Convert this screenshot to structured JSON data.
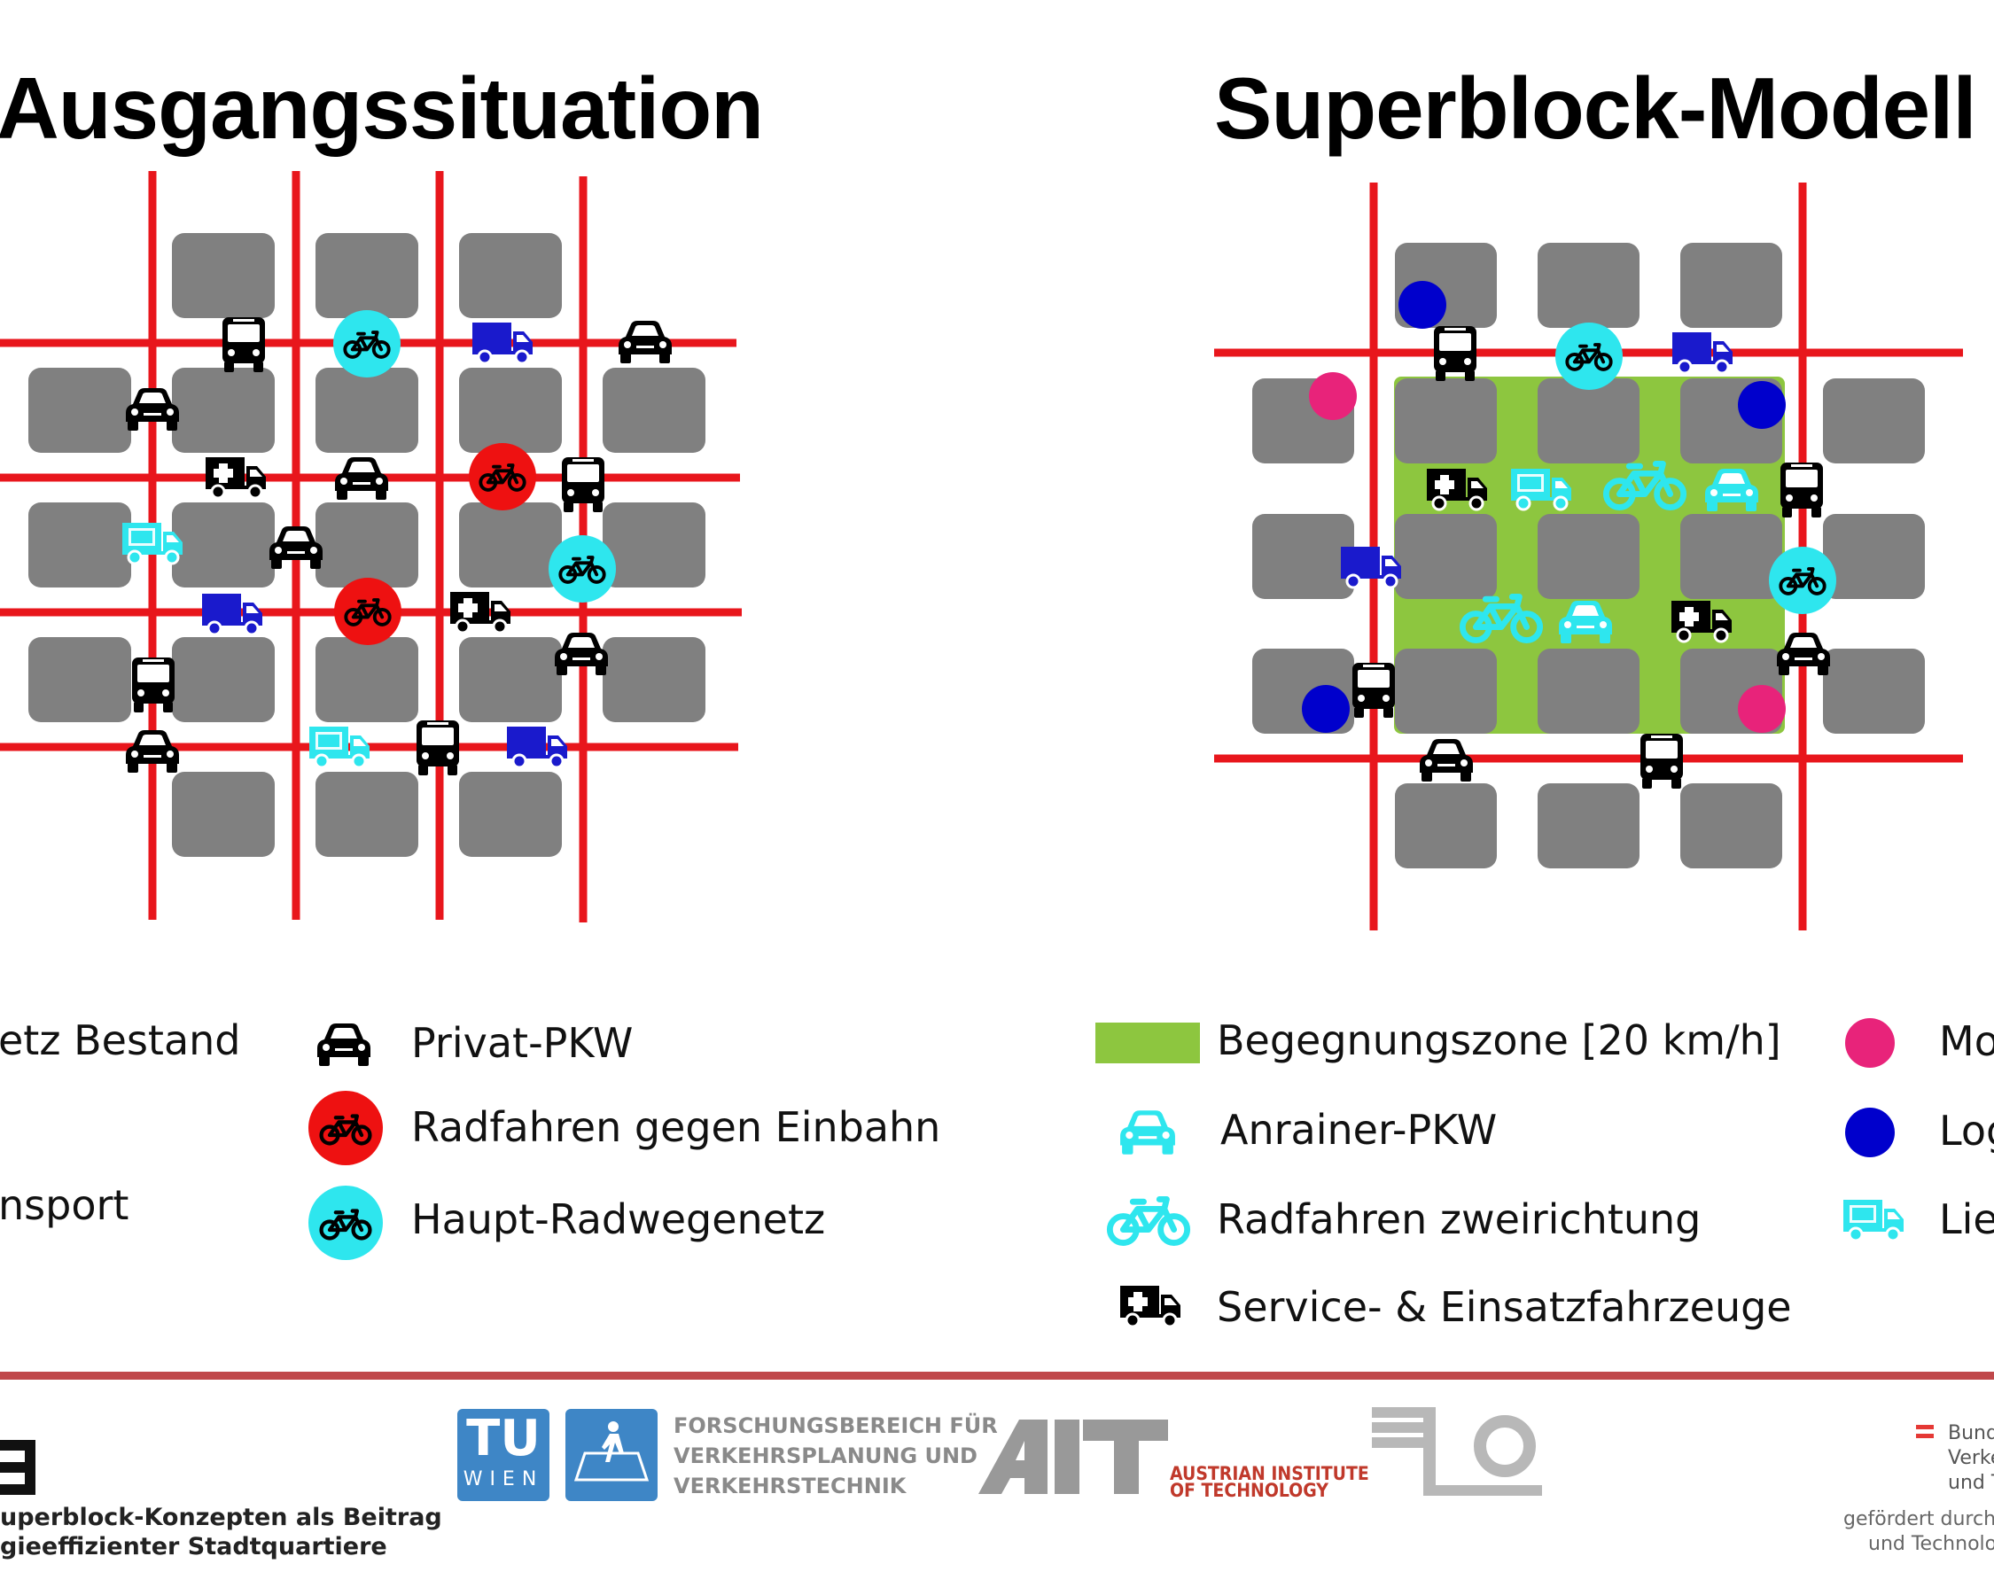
{
  "titles": {
    "left": "Ausgangssituation",
    "right": "Superblock-Modell"
  },
  "legend": {
    "left": [
      {
        "id": "netz",
        "label": "etz Bestand"
      },
      {
        "id": "transport",
        "label": "nsport"
      },
      {
        "id": "privat",
        "label": "Privat-PKW",
        "icon": "car-icon"
      },
      {
        "id": "gegen",
        "label": "Radfahren gegen Einbahn",
        "icon": "bike-red-circle-icon"
      },
      {
        "id": "haupt",
        "label": "Haupt-Radwegenetz",
        "icon": "bike-cyan-circle-icon"
      }
    ],
    "right": [
      {
        "id": "zone",
        "label": "Begegnungszone [20 km/h]",
        "icon": "green-zone-swatch"
      },
      {
        "id": "anrainer",
        "label": "Anrainer-PKW",
        "icon": "car-cyan-icon"
      },
      {
        "id": "zweirichtung",
        "label": "Radfahren zweirichtung",
        "icon": "bike-cyan-icon"
      },
      {
        "id": "service",
        "label": "Service- & Einsatzfahrzeuge",
        "icon": "ambulance-icon"
      },
      {
        "id": "mo",
        "label": "Mo",
        "icon": "pink-dot-icon"
      },
      {
        "id": "lo",
        "label": "Log",
        "icon": "blue-dot-icon"
      },
      {
        "id": "lie",
        "label": "Lie",
        "icon": "truck-cyan-icon"
      }
    ]
  },
  "footer": {
    "logo_fragment": "E",
    "project_line1": "uperblock-Konzepten als Beitrag",
    "project_line2": "gieeffizienter Stadtquartiere",
    "tu_line1": "TU",
    "tu_line2": "WIEN",
    "fb_line1": "FORSCHUNGSBEREICH FÜR",
    "fb_line2": "VERKEHRSPLANUNG UND",
    "fb_line3": "VERKEHRSTECHNIK",
    "ait": "AIT",
    "ait_sub1": "AUSTRIAN INSTITUTE",
    "ait_sub2": "OF TECHNOLOGY",
    "bund1": "Bund",
    "bund2": "Verke",
    "bund3": "und T",
    "gefoerdert1": "gefördert durch:",
    "gefoerdert2": "und Technolo"
  },
  "colors": {
    "road": "#e8161c",
    "block": "#808080",
    "zone": "#8dc63f",
    "cyan": "#2ee6ee",
    "red": "#ee1111",
    "blue": "#0000cc",
    "truck_blue": "#1a1acc",
    "pink": "#e8237a",
    "footline": "#c0484b"
  }
}
